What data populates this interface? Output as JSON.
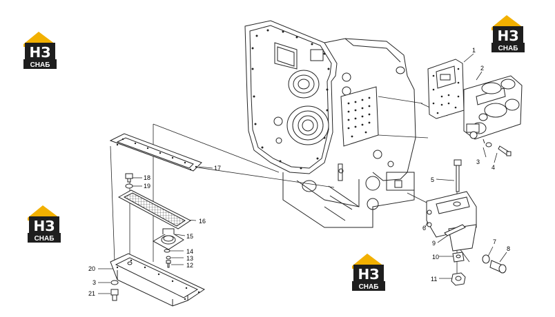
{
  "logo": {
    "main": "НЗ",
    "sub": "СНАБ",
    "colors": {
      "roof": "#f2b000",
      "dark": "#1e1e1e",
      "text": "#ffffff",
      "accent": "#f2b000"
    }
  },
  "callouts": [
    "1",
    "2",
    "3",
    "4",
    "5",
    "6",
    "7",
    "8",
    "9",
    "10",
    "11",
    "12",
    "13",
    "14",
    "15",
    "16",
    "17",
    "18",
    "19",
    "20",
    "3",
    "21"
  ],
  "line_color": "#222222"
}
